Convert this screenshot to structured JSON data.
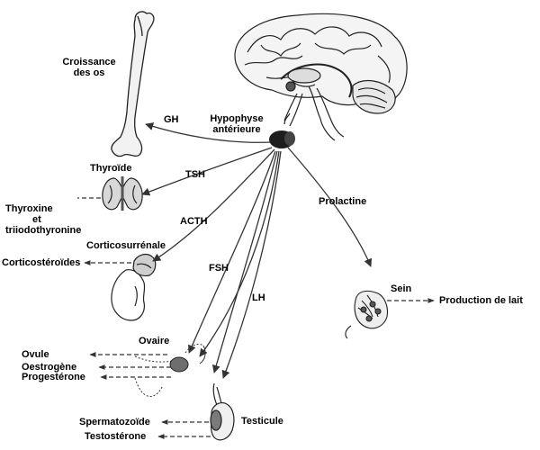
{
  "labels": {
    "growth_line1": "Croissance",
    "growth_line2": "des os",
    "pituitary_line1": "Hypophyse",
    "pituitary_line2": "antérieure",
    "gh": "GH",
    "thyroid": "Thyroïde",
    "tsh": "TSH",
    "thyroxine_line1": "Thyroxine",
    "thyroxine_line2": "et",
    "thyroxine_line3": "triiodothyronine",
    "acth": "ACTH",
    "adrenal": "Corticosurrénale",
    "corticosteroids": "Corticostéroïdes",
    "fsh": "FSH",
    "lh": "LH",
    "prolactin": "Prolactine",
    "breast": "Sein",
    "milk": "Production de lait",
    "ovary": "Ovaire",
    "ovule": "Ovule",
    "oestrogen": "Oestrogène",
    "progesterone": "Progestérone",
    "testicle": "Testicule",
    "sperm": "Spermatozoïde",
    "testosterone": "Testostérone"
  }
}
